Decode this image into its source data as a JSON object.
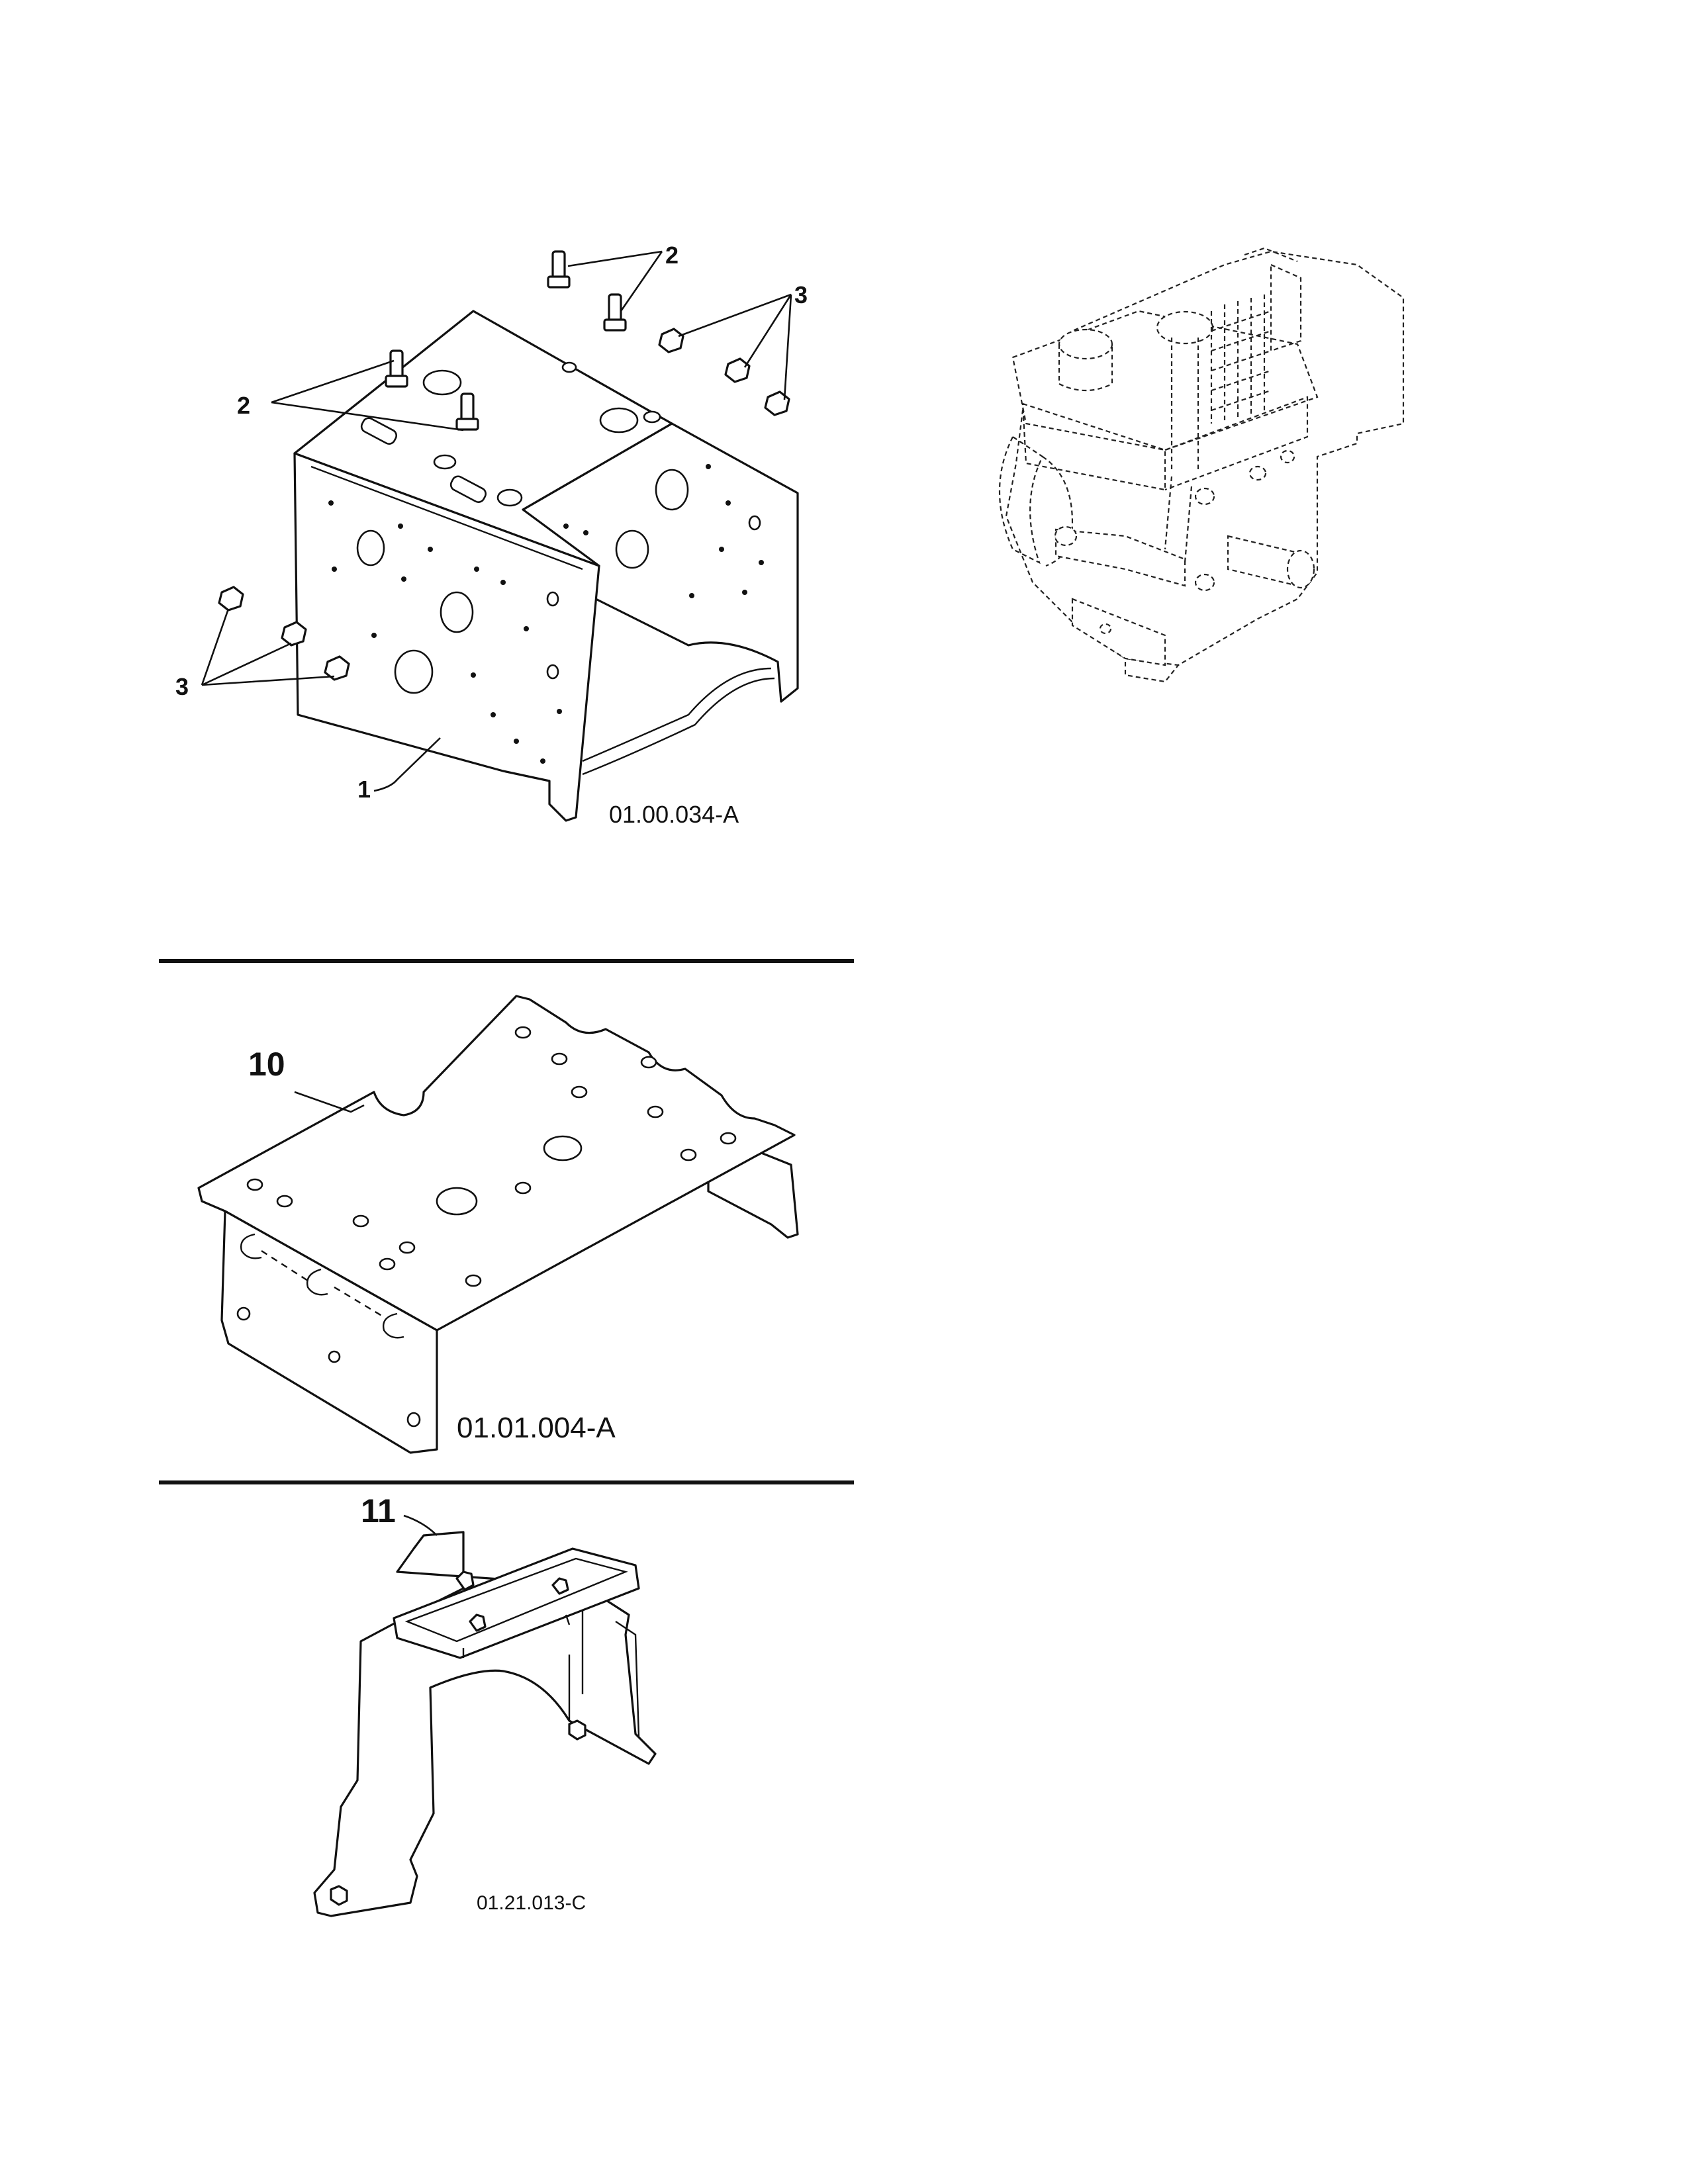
{
  "figure1": {
    "code": "01.00.034-A",
    "callouts": {
      "frame": "1",
      "bolt_a": "2",
      "bolt_b": "2",
      "nut_a": "3",
      "nut_b": "3"
    }
  },
  "figure2": {
    "code": "01.01.004-A",
    "callout": "10"
  },
  "figure3": {
    "code": "01.21.013-C",
    "callout": "11"
  }
}
